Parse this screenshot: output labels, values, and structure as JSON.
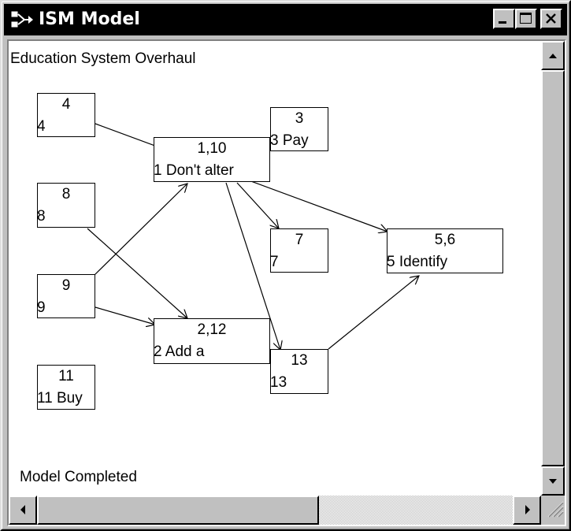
{
  "window": {
    "title": "ISM Model"
  },
  "titlebar_buttons": {
    "minimize": "minimize-icon",
    "maximize": "maximize-icon",
    "close": "close-icon"
  },
  "model": {
    "title": "Education System Overhaul",
    "status": "Model Completed"
  },
  "nodes": [
    {
      "key": "4",
      "id": "4",
      "label": "4"
    },
    {
      "key": "3",
      "id": "3",
      "label": "3 Pay"
    },
    {
      "key": "1-10",
      "id": "1,10",
      "label": "1 Don't alter"
    },
    {
      "key": "8",
      "id": "8",
      "label": "8"
    },
    {
      "key": "7",
      "id": "7",
      "label": "7"
    },
    {
      "key": "5-6",
      "id": "5,6",
      "label": "5 Identify"
    },
    {
      "key": "9",
      "id": "9",
      "label": "9"
    },
    {
      "key": "2-12",
      "id": "2,12",
      "label": "2 Add a"
    },
    {
      "key": "13",
      "id": "13",
      "label": "13"
    },
    {
      "key": "11",
      "id": "11",
      "label": "11 Buy"
    }
  ],
  "edges": [
    {
      "from": "4",
      "to": "5,6"
    },
    {
      "from": "1,10",
      "to": "7"
    },
    {
      "from": "1,10",
      "to": "13"
    },
    {
      "from": "8",
      "to": "2,12"
    },
    {
      "from": "9",
      "to": "1,10"
    },
    {
      "from": "9",
      "to": "2,12"
    },
    {
      "from": "13",
      "to": "5,6"
    }
  ]
}
